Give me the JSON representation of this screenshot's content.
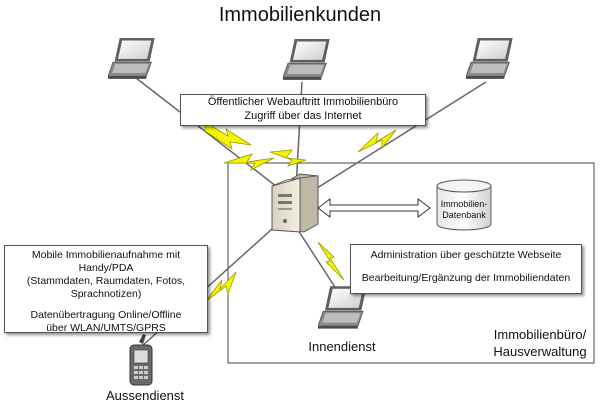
{
  "title": "Immobilienkunden",
  "web_box": {
    "line1": "Öffentlicher Webauftritt Immobilienbüro",
    "line2": "Zugriff über das Internet"
  },
  "database": {
    "line1": "Immobilien-",
    "line2": "Datenbank"
  },
  "admin_box": {
    "line1": "Administration über geschützte Webseite",
    "line2": "Bearbeitung/Ergänzung der Immobiliendaten"
  },
  "mobile_box": {
    "line1": "Mobile Immobilienaufnahme mit Handy/PDA",
    "line2": "(Stammdaten, Raumdaten, Fotos,",
    "line3": "Sprachnotizen)",
    "line4": "Datenübertragung Online/Offline",
    "line5": "über WLAN/UMTS/GPRS"
  },
  "office": {
    "line1": "Immobilienbüro/",
    "line2": "Hausverwaltung"
  },
  "innendienst": "Innendienst",
  "aussendienst": "Aussendienst",
  "colors": {
    "lightning": "#f5f500",
    "lightning_stroke": "#9a9a00",
    "line": "#666666",
    "laptop_body": "#5f5f5f",
    "laptop_screen": "#e9e9e9"
  },
  "icons": [
    "laptop-icon",
    "server-icon",
    "database-icon",
    "mobile-phone-icon",
    "lightning-bolt-icon"
  ]
}
